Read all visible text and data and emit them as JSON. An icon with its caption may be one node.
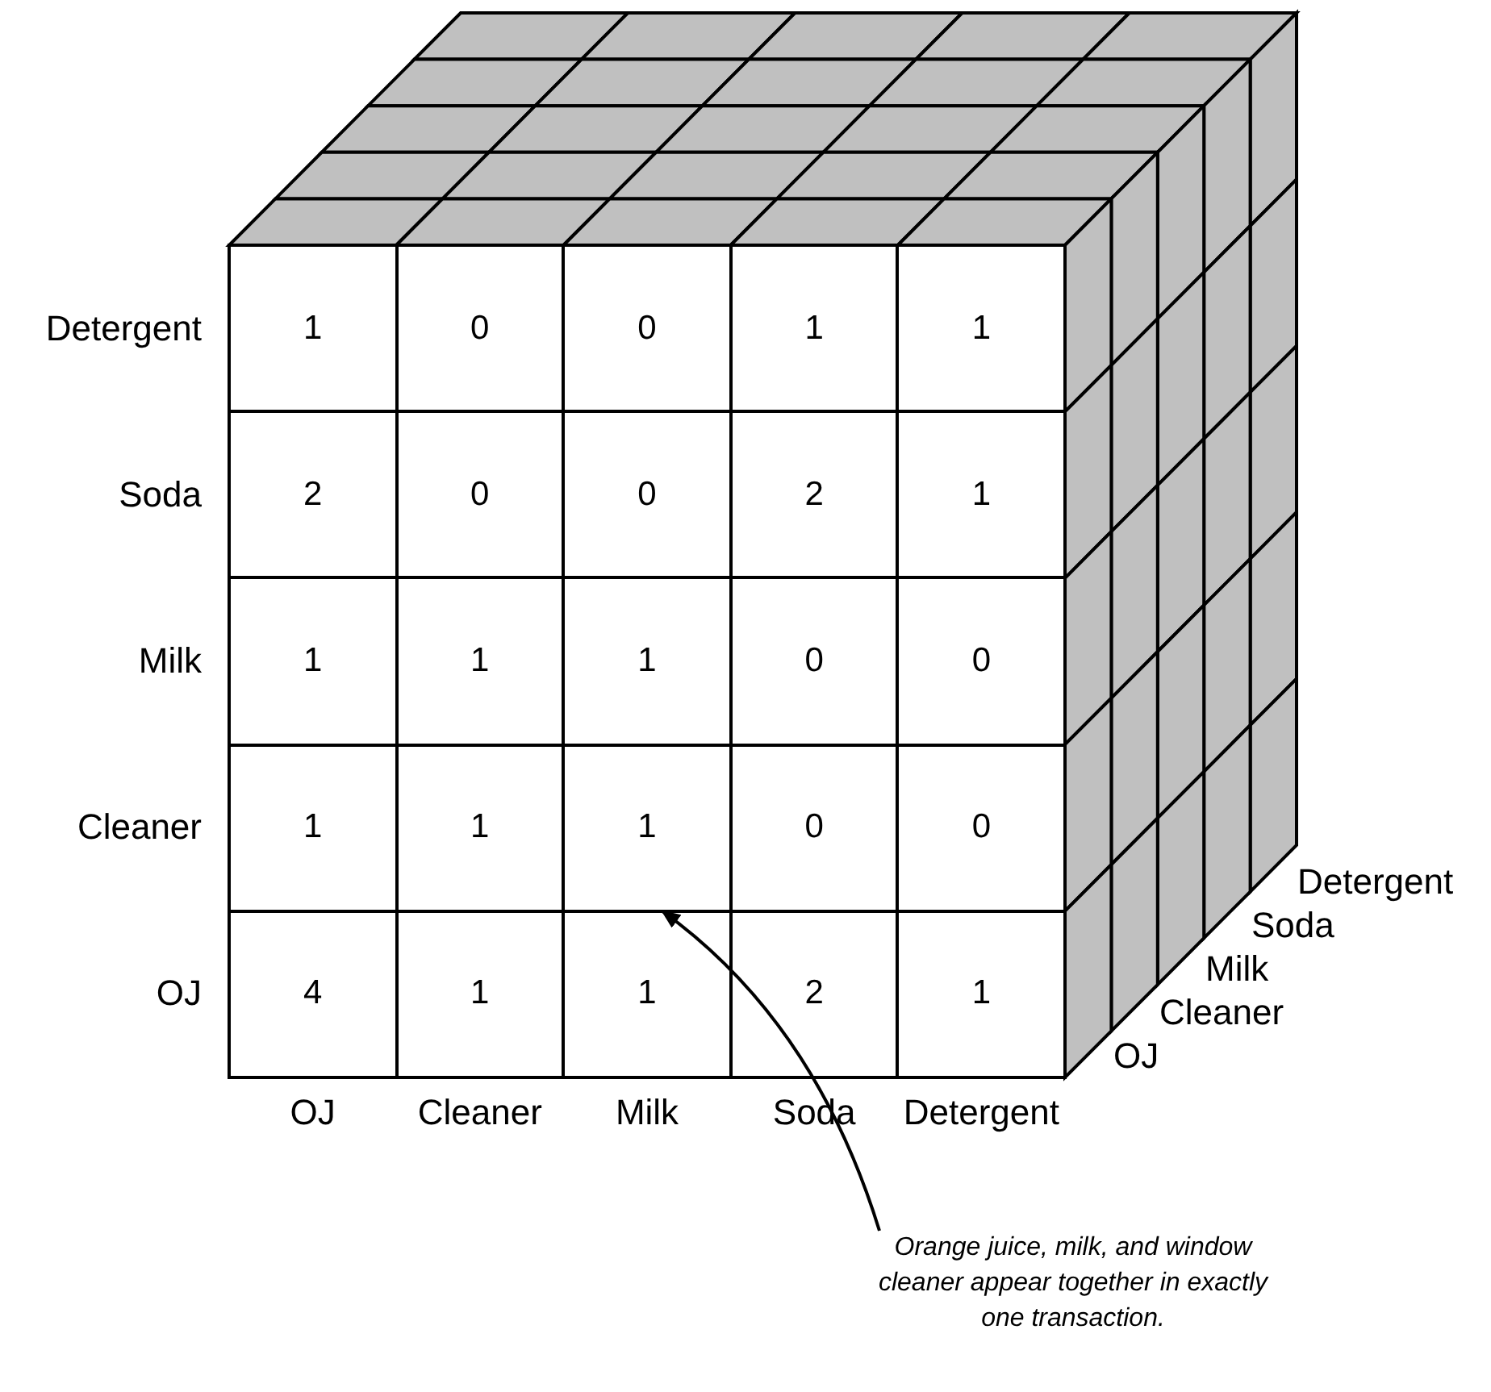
{
  "diagram": {
    "nodes": [
      {
        "text": [
          "1"
        ]
      },
      {
        "text": [
          "0"
        ]
      },
      {
        "text": [
          "0"
        ]
      },
      {
        "text": [
          "1"
        ]
      },
      {
        "text": [
          "1"
        ]
      },
      {
        "text": [
          "2"
        ]
      },
      {
        "text": [
          "0"
        ]
      },
      {
        "text": [
          "0"
        ]
      },
      {
        "text": [
          "2"
        ]
      },
      {
        "text": [
          "1"
        ]
      },
      {
        "text": [
          "1"
        ]
      },
      {
        "text": [
          "1"
        ]
      },
      {
        "text": [
          "1"
        ]
      },
      {
        "text": [
          "0"
        ]
      },
      {
        "text": [
          "0"
        ]
      },
      {
        "text": [
          "1"
        ]
      },
      {
        "text": [
          "1"
        ]
      },
      {
        "text": [
          "1"
        ]
      },
      {
        "text": [
          "0"
        ]
      },
      {
        "text": [
          "0"
        ]
      },
      {
        "text": [
          "4"
        ]
      },
      {
        "text": [
          "1"
        ]
      },
      {
        "text": [
          "1"
        ]
      },
      {
        "text": [
          "2"
        ]
      },
      {
        "text": [
          "1"
        ]
      },
      {
        "text": [
          "Orange juice, milk, and window cleaner appear together in exactly one transaction."
        ]
      }
    ],
    "edges": [
      {
        "from": 25,
        "to": 17,
        "arrow": "to"
      }
    ],
    "labels": [
      "Detergent",
      "Soda",
      "Milk",
      "Cleaner",
      "OJ",
      "Detergent",
      "Soda",
      "Milk",
      "Cleaner",
      "OJ",
      "OJ",
      "Cleaner",
      "Milk",
      "Soda",
      "Detergent"
    ]
  }
}
